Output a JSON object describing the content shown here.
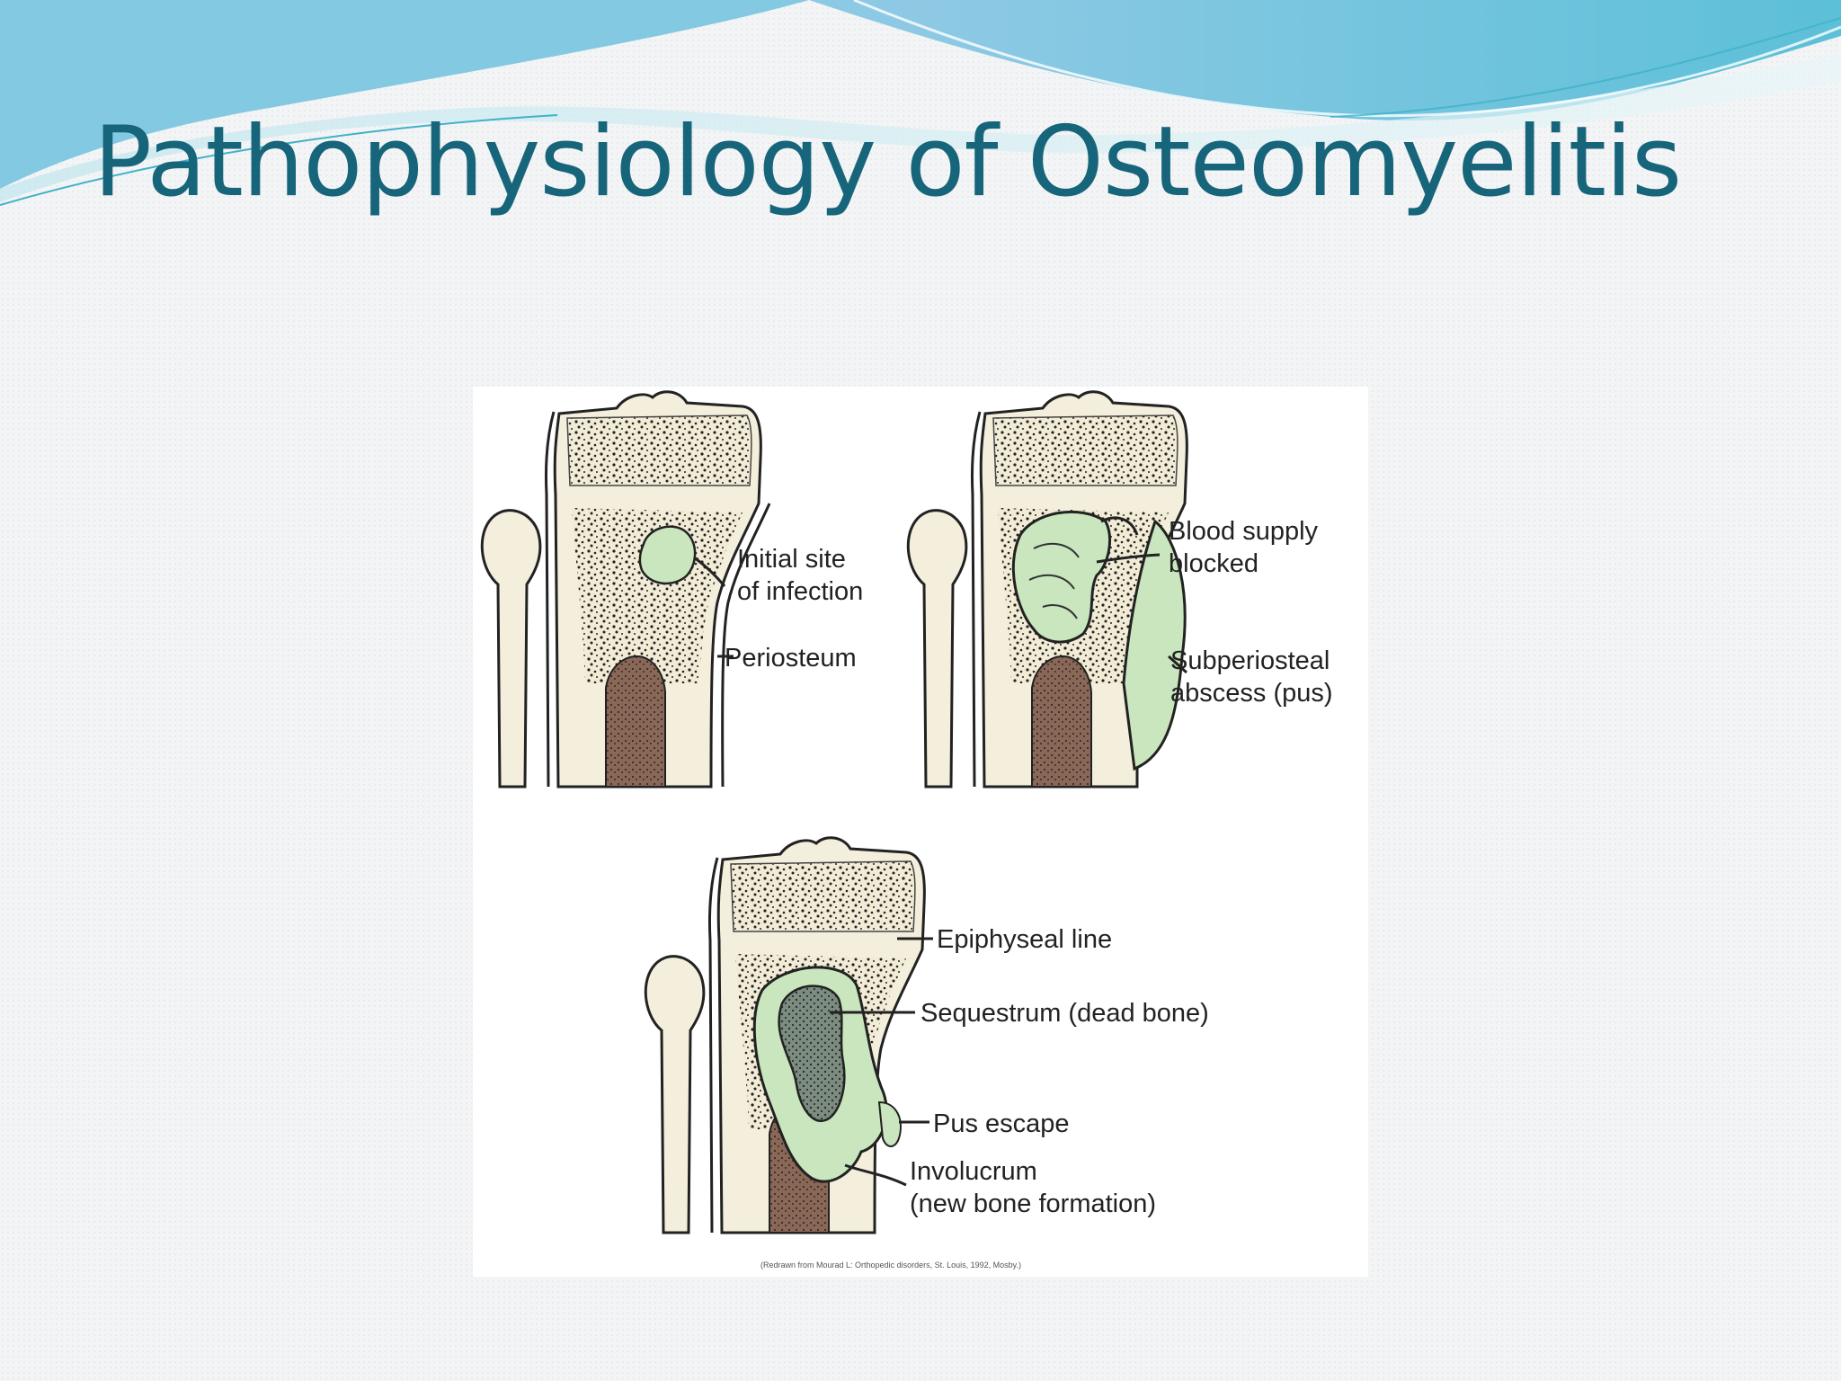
{
  "slide": {
    "title": "Pathophysiology of Osteomyelitis"
  },
  "panels": [
    {
      "labels": {
        "initial_site_line1": "Initial site",
        "initial_site_line2": "of infection",
        "periosteum": "Periosteum"
      }
    },
    {
      "labels": {
        "blood_line1": "Blood supply",
        "blood_line2": "blocked",
        "subperiosteal_line1": "Subperiosteal",
        "subperiosteal_line2": "abscess (pus)"
      }
    },
    {
      "labels": {
        "epiphyseal": "Epiphyseal line",
        "sequestrum": "Sequestrum (dead bone)",
        "pus_escape": "Pus escape",
        "involucrum_line1": "Involucrum",
        "involucrum_line2": "(new bone formation)"
      }
    }
  ],
  "credit": "(Redrawn from Mourad L: Orthopedic disorders, St. Louis, 1992, Mosby.)",
  "colors": {
    "title": "#17657a",
    "bone": "#f4efdc",
    "infection": "#c9e6bf",
    "marrow": "#8c6b5e",
    "wave_teal": "#59c3d2",
    "wave_blue": "#7fbfdf"
  }
}
